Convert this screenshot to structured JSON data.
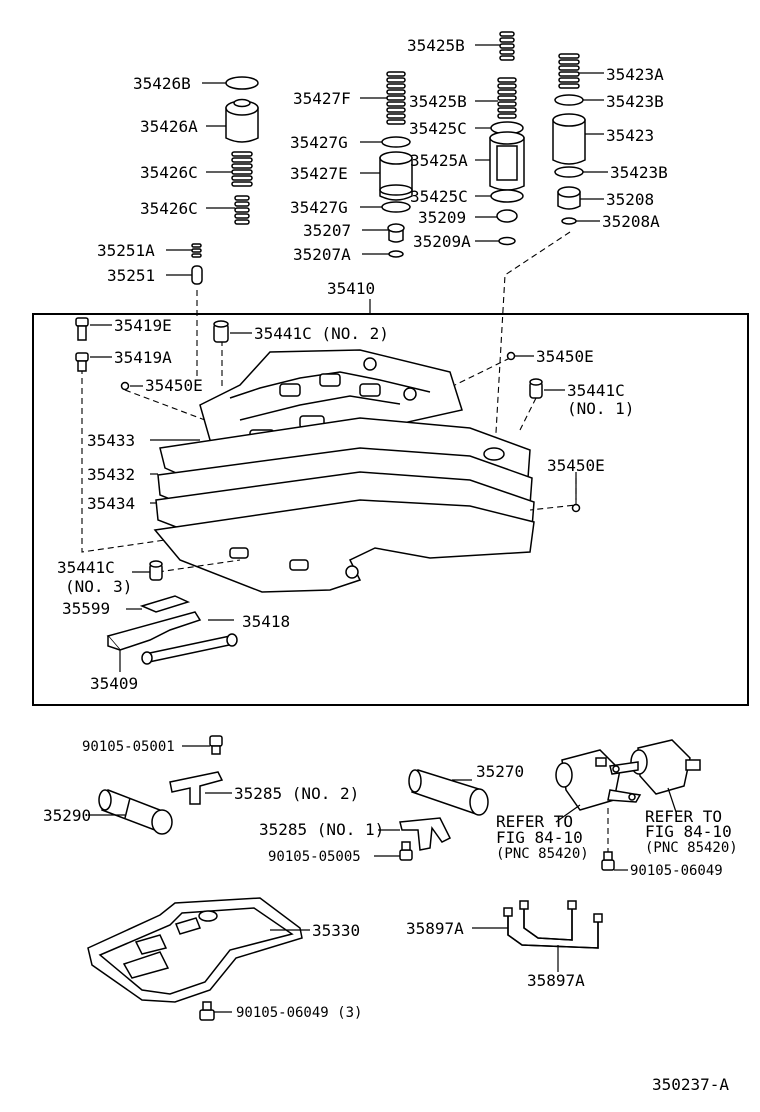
{
  "diagram_id": "350237-A",
  "callouts": {
    "p35425B_top": "35425B",
    "p35426B": "35426B",
    "p35423A": "35423A",
    "p35427F": "35427F",
    "p35425B_mid": "35425B",
    "p35423B_top": "35423B",
    "p35426A": "35426A",
    "p35427G_top": "35427G",
    "p35425C_top": "35425C",
    "p35423": "35423",
    "p35426C_top": "35426C",
    "p35427E": "35427E",
    "p35425A": "35425A",
    "p35423B_bot": "35423B",
    "p35426C_bot": "35426C",
    "p35427G_bot": "35427G",
    "p35425C_bot": "35425C",
    "p35208": "35208",
    "p35207": "35207",
    "p35209": "35209",
    "p35208A": "35208A",
    "p35251A": "35251A",
    "p35207A": "35207A",
    "p35209A": "35209A",
    "p35251": "35251",
    "p35410": "35410",
    "p35419E": "35419E",
    "p35441C_no2": "35441C (NO. 2)",
    "p35419A": "35419A",
    "p35450E_right_top": "35450E",
    "p35450E_left": "35450E",
    "p35441C_no1_a": "35441C",
    "p35441C_no1_b": "(NO. 1)",
    "p35433": "35433",
    "p35450E_right_mid": "35450E",
    "p35432": "35432",
    "p35434": "35434",
    "p35441C_no3_a": "35441C",
    "p35441C_no3_b": "(NO. 3)",
    "p35599": "35599",
    "p35418": "35418",
    "p35409": "35409",
    "p90105_05001": "90105-05001",
    "p35270": "35270",
    "p35290": "35290",
    "p35285_no2": "35285 (NO. 2)",
    "refer1_a": "REFER TO",
    "refer1_b": "FIG 84-10",
    "refer1_c": "(PNC 85420)",
    "refer2_a": "REFER TO",
    "refer2_b": "FIG 84-10",
    "refer2_c": "(PNC 85420)",
    "p35285_no1": "35285 (NO. 1)",
    "p90105_05005": "90105-05005",
    "p90105_06049": "90105-06049",
    "p35330": "35330",
    "p35897A_a": "35897A",
    "p35897A_b": "35897A",
    "p90105_06049_3": "90105-06049 (3)"
  }
}
